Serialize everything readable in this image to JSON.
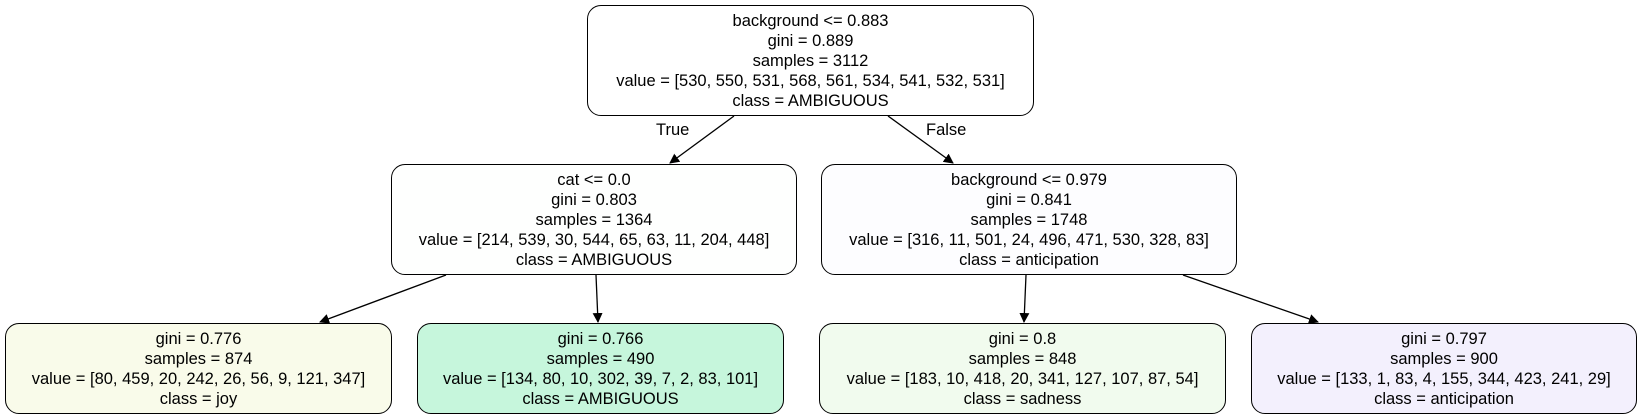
{
  "edge_labels": {
    "true": "True",
    "false": "False"
  },
  "nodes": [
    {
      "split": "background <= 0.883",
      "gini": "gini = 0.889",
      "samples": "samples = 3112",
      "value": "value = [530, 550, 531, 568, 561, 534, 541, 532, 531]",
      "class": "class = AMBIGUOUS",
      "fill": "#ffffff"
    },
    {
      "split": "cat <= 0.0",
      "gini": "gini = 0.803",
      "samples": "samples = 1364",
      "value": "value = [214, 539, 30, 544, 65, 63, 11, 204, 448]",
      "class": "class = AMBIGUOUS",
      "fill": "#fefffe"
    },
    {
      "split": "background <= 0.979",
      "gini": "gini = 0.841",
      "samples": "samples = 1748",
      "value": "value = [316, 11, 501, 24, 496, 471, 530, 328, 83]",
      "class": "class = anticipation",
      "fill": "#fdfdff"
    },
    {
      "gini": "gini = 0.776",
      "samples": "samples = 874",
      "value": "value = [80, 459, 20, 242, 26, 56, 9, 121, 347]",
      "class": "class = joy",
      "fill": "#f9fbea"
    },
    {
      "gini": "gini = 0.766",
      "samples": "samples = 490",
      "value": "value = [134, 80, 10, 302, 39, 7, 2, 83, 101]",
      "class": "class = AMBIGUOUS",
      "fill": "#c6f6dc"
    },
    {
      "gini": "gini = 0.8",
      "samples": "samples = 848",
      "value": "value = [183, 10, 418, 20, 341, 127, 107, 87, 54]",
      "class": "class = sadness",
      "fill": "#f1fbee"
    },
    {
      "gini": "gini = 0.797",
      "samples": "samples = 900",
      "value": "value = [133, 1, 83, 4, 155, 344, 423, 241, 29]",
      "class": "class = anticipation",
      "fill": "#f3f0fd"
    }
  ]
}
